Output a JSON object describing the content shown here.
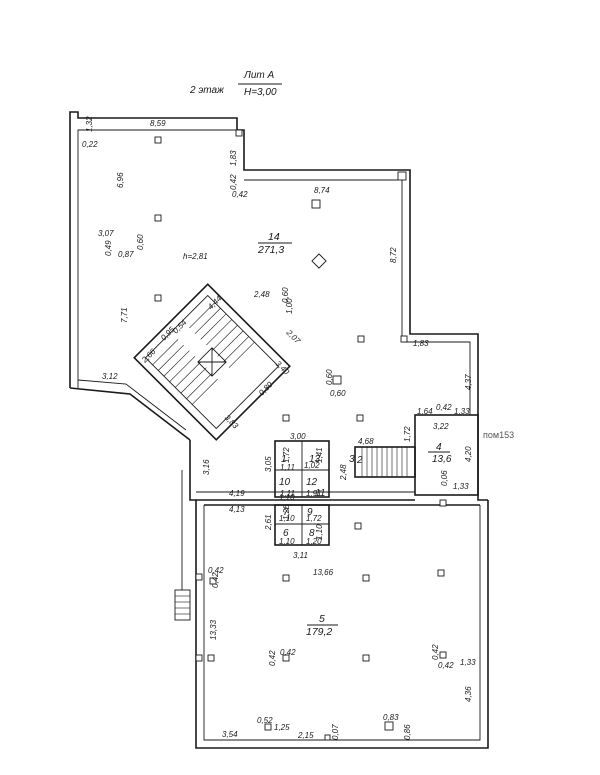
{
  "header": {
    "floor": "2 этаж",
    "lit": "Лит А",
    "height": "Н=3,00"
  },
  "side_label": "пом153",
  "rooms": {
    "r14": {
      "num": "14",
      "area": "271,3",
      "h": "h=2,81"
    },
    "r5": {
      "num": "5",
      "area": "179,2"
    },
    "r4": {
      "num": "4",
      "area": "13,6"
    },
    "r13": "13",
    "r12": "12",
    "r11": "11",
    "r10": "10",
    "r9": "9",
    "r8": "8",
    "r7": "7",
    "r6": "6",
    "r3": "3",
    "r2": "2",
    "r1": "1"
  },
  "dims": {
    "d859": "8,59",
    "d132": "1,32",
    "d022": "0,22",
    "d696": "6,96",
    "d183": "1,83",
    "d042a": "0,42",
    "d042b": "0,42",
    "d874": "8,74",
    "d307": "3,07",
    "d060": "0,60",
    "d049": "0,49",
    "d087": "0,87",
    "d872": "8,72",
    "d771": "7,71",
    "d248": "2,48",
    "d444": "4,44",
    "d060b": "0,60",
    "d100": "1,00",
    "d207": "2,07",
    "d095": "0,95",
    "d054": "0,54",
    "d266": "2,66",
    "d312": "3,12",
    "d340": "3,40",
    "d183b": "1,83",
    "d437": "4,37",
    "d060c": "0,60",
    "d060d": "0,60",
    "d383": "3,83",
    "d080": "0,80",
    "d164": "1,64",
    "d042c": "0,42",
    "d133a": "1,33",
    "d322": "3,22",
    "d172": "1,72",
    "d468": "4,68",
    "d300": "3,00",
    "d305": "3,05",
    "d316": "3,16",
    "d248b": "2,48",
    "d420": "4,20",
    "d006": "0,06",
    "d133b": "1,33",
    "d111a": "1,11",
    "d102": "1,02",
    "d172b": "1,72",
    "d141": "1,41",
    "d111b": "1,11",
    "d191": "1,91",
    "d419": "4,19",
    "d413": "4,13",
    "d261": "2,61",
    "d128": "1,28",
    "d172c": "1,72",
    "d110a": "1,10",
    "d120": "1,20",
    "d311": "3,11",
    "d042d": "0,42",
    "d042e": "0,42",
    "d1366": "13,66",
    "d1333": "13,33",
    "d042f": "0,42",
    "d042g": "0,42",
    "d042h": "0,42",
    "d042i": "0,42",
    "d133c": "1,33",
    "d436": "4,36",
    "d354": "3,54",
    "d052": "0,52",
    "d125": "1,25",
    "d215": "2,15",
    "d007": "0,07",
    "d083": "0,83",
    "d086": "0,86",
    "d110b": "1,10",
    "d110c": "1,10",
    "d110d": "1,10"
  }
}
